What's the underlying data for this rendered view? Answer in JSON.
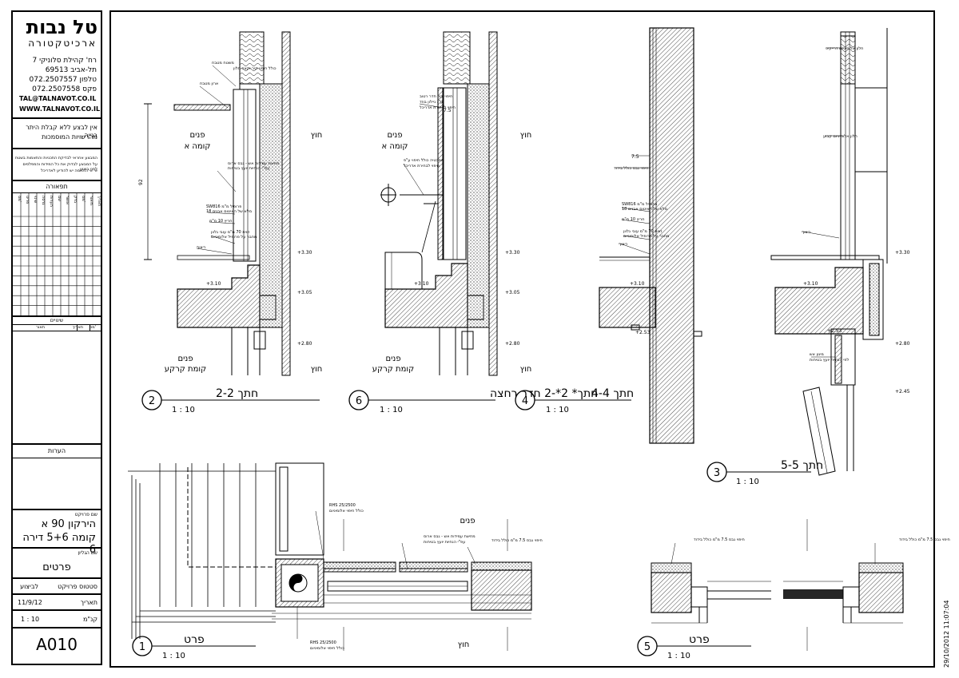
{
  "firm": {
    "name": "טל נבות",
    "profession": "ארכיטקטורה",
    "address1": "רח' קהילת סלוניקי 7",
    "address2": "תל-אביב 69513",
    "phone": "טלפון 072.2507557",
    "fax": "פקס 072.2507558",
    "email": "TAL@TALNAVOT.CO.IL",
    "web": "WWW.TALNAVOT.CO.IL"
  },
  "notice": {
    "line1": "אין לבצע ללא קבלת היתר בנייה",
    "line2": "מהרשויות המוסמכות",
    "small1": "המבצע אחראי לבדיקת התכניות והתאמות בשטח",
    "small2": "על המבצע לבדוק את כל המידות והמפלסים לפני ביצוע",
    "small3": "אי אי התאמה יש להודיע לאדריכל"
  },
  "revisions": {
    "header": "תפאורה",
    "columns": [
      "תאריך",
      "תיאור",
      "מס'",
      "בדק",
      "אושר",
      "שם",
      "הערות",
      "גרסה",
      "שינוי",
      "פריט",
      "מס'"
    ]
  },
  "approvals": {
    "header": "שינויים",
    "columns": [
      "תאור",
      "תאריך",
      "מס'"
    ]
  },
  "notes": {
    "header": "הערות"
  },
  "project": {
    "label": "שם פרויקט",
    "name": "הירקון 90 א",
    "unit": "קומה 5+6 דירה 6",
    "sheet_label": "שם הגליון",
    "sheet_name": "פרטים",
    "status_label": "סטטוס פרויקט",
    "status": "לביצוע",
    "date_label": "תאריך",
    "date": "11/9/12",
    "scale_label": "קנ\"מ",
    "scale": "1 : 10",
    "sheet_no": "A010"
  },
  "timestamp": "29/10/2012 11:07:04",
  "details": [
    {
      "num": "2",
      "title": "חתך 2-2",
      "scale": "1 : 10"
    },
    {
      "num": "6",
      "title": "חתך* 2*-2 חדר רחצה",
      "scale": "1 : 10"
    },
    {
      "num": "4",
      "title": "חתך 4-4",
      "scale": "1 : 10"
    },
    {
      "num": "3",
      "title": "חתך 5-5",
      "scale": "1 : 10"
    },
    {
      "num": "1",
      "title": "פרט",
      "scale": "1 : 10"
    },
    {
      "num": "5",
      "title": "פרט",
      "scale": "1 : 10"
    }
  ],
  "labels": {
    "inside": "פנים",
    "floor_a": "קומה א",
    "ground_floor": "קומת קרקע",
    "outside": "חוץ",
    "levels": {
      "l330": "+3.30",
      "l310": "+3.10",
      "l305": "+3.05",
      "l280": "+2.80",
      "l245": "+2.45",
      "l253": "+2.53"
    },
    "dim_92": "92",
    "dim_75": "7.5",
    "ann_sill": "משטח מטבח",
    "ann_sill2": "כולל חיפוי קיר וקצה חלון",
    "ann_cabinet": "ארון מטבח",
    "ann_firewall": "מחיצת עמידות אש - גבס ארוס",
    "ann_firewall2": "עפ\"י הנחיות יועץ בטיחות",
    "ann_profile": "פרופיל מ\"מ SW816",
    "ann_profile2": "מלא של האיטום אבנים 18",
    "ann_gap": "חריץ 10 מ\"מ",
    "ann_angle": "זווית 70 מ\"מ עובי גלוון",
    "ann_angle2": "מחבר על פרופיל אלומיניום",
    "ann_tiles": "ריצוף",
    "ann_wetwall": "חיפוי קיר חדר רטוב",
    "ann_wetwall2": "ע\"ג ניילון בוזד",
    "ann_wetwall3": "חיפוי לבחירת אדריכל",
    "ann_bath": "אמבטיה כולל חיפוי ע\"פ",
    "ann_bath2": "חיפוי לבחירת אדריכל",
    "ann_cladding": "חיפוי גבס כולל בידוד",
    "ann_aluwin": "חלון אלומיניום דרייקיפ",
    "ann_aluwin2": "חלון אלומיניום קבוע",
    "ann_fire": "מיגון אש",
    "ann_fire2": "לפי הנחיית יועץ בטיחות",
    "ann_rhs1": "25/2500 RHS",
    "ann_rhs1b": "כולל חיפוי אלומיניום",
    "ann_rhs2": "25/2500 RHS",
    "ann_rhs2b": "כולל חיפוי אלומיניום",
    "ann_firewall_plan": "מחיצת עמידות אש - גבס ארוס",
    "ann_firewall_plan2": "עפ\"י הנחיות יועץ בטיחות",
    "ann_cladding_plan": "חיפוי גבס 7.5 מ\"מ כולל בידוד",
    "ann_cladding_plan2": "חיפוי גבס 7.5 מ\"מ כולל בידוד",
    "ann_cladding_plan3": "חיפוי גבס 7.5 מ\"מ כולל בידוד"
  }
}
